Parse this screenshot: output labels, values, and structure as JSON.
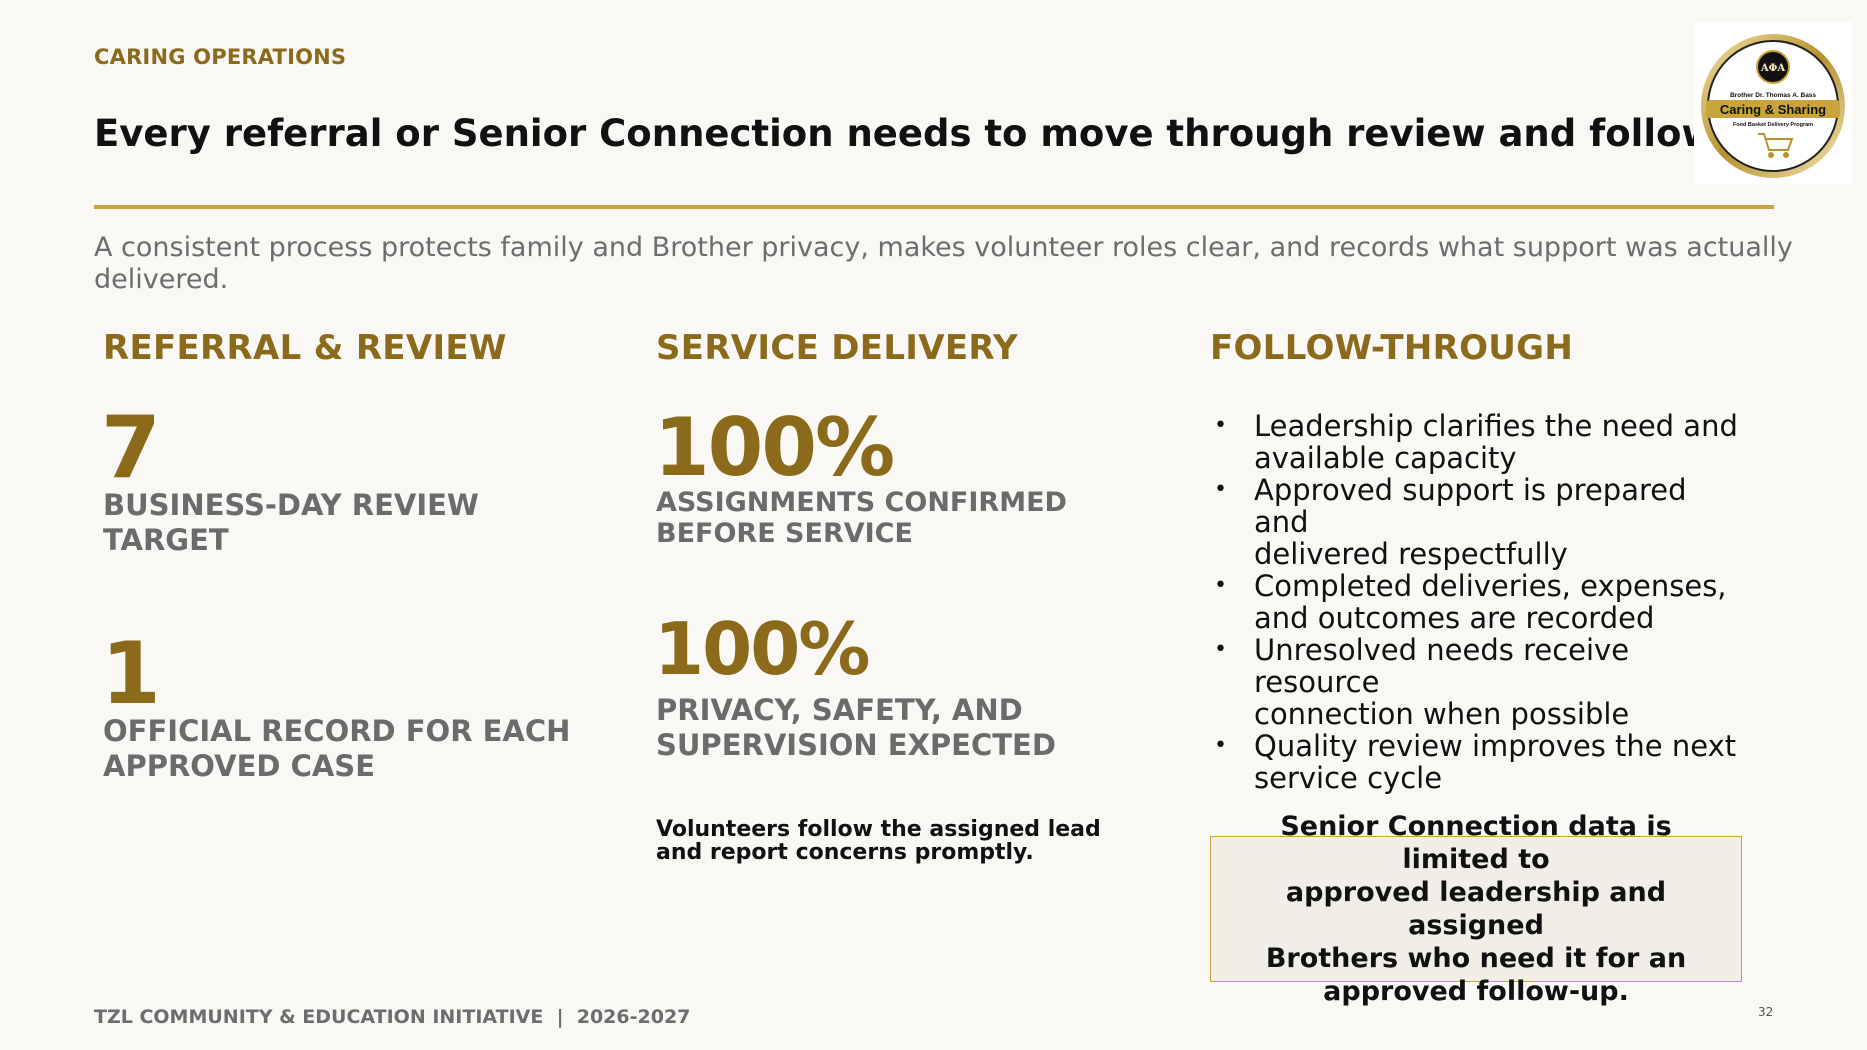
{
  "header": {
    "eyebrow": "CARING OPERATIONS",
    "title": "Every referral or Senior Connection needs to move through review and follow-through",
    "subtitle": "A consistent process protects family and Brother privacy, makes volunteer roles clear, and records what support was actually delivered."
  },
  "logo": {
    "emblem_letters": "ΑΦΑ",
    "name_line": "Brother Dr. Thomas A. Bass",
    "program": "Caring & Sharing",
    "tagline": "Food Basket Delivery Program",
    "colors": {
      "gold": "#c9a33b",
      "dark_gold": "#8b6a1c",
      "black": "#111111"
    }
  },
  "columns": {
    "referral": {
      "heading": "REFERRAL & REVIEW",
      "stats": [
        {
          "value": "7",
          "label_lines": [
            "BUSINESS-DAY REVIEW",
            "TARGET"
          ]
        },
        {
          "value": "1",
          "label_lines": [
            "OFFICIAL RECORD FOR EACH",
            "APPROVED CASE"
          ]
        }
      ]
    },
    "delivery": {
      "heading": "SERVICE DELIVERY",
      "stats": [
        {
          "value": "100%",
          "label_lines": [
            "ASSIGNMENTS CONFIRMED",
            "BEFORE SERVICE"
          ]
        },
        {
          "value": "100%",
          "label_lines": [
            "PRIVACY, SAFETY, AND",
            "SUPERVISION EXPECTED"
          ]
        }
      ],
      "note_lines": [
        "Volunteers follow the assigned lead",
        "and report concerns promptly."
      ]
    },
    "follow": {
      "heading": "FOLLOW-THROUGH",
      "bullet_char": "•",
      "bullets": [
        [
          "Leadership clarifies the need and",
          "available capacity"
        ],
        [
          "Approved support is prepared and",
          "delivered respectfully"
        ],
        [
          "Completed deliveries, expenses,",
          "and outcomes are recorded"
        ],
        [
          "Unresolved needs receive resource",
          "connection when possible"
        ],
        [
          "Quality review improves the next",
          "service cycle"
        ]
      ],
      "callout_lines": [
        "Senior Connection data is limited to",
        "approved leadership and assigned",
        "Brothers who need it for an",
        "approved follow-up."
      ]
    }
  },
  "footer": {
    "text": "TZL COMMUNITY & EDUCATION INITIATIVE  |  2026-2027",
    "page_number": "32"
  }
}
